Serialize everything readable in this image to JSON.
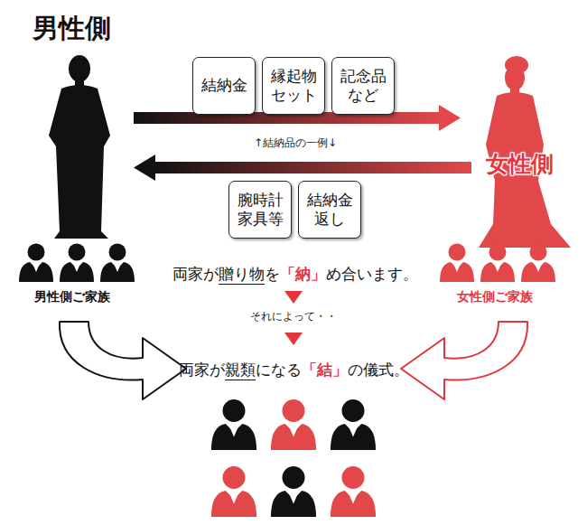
{
  "diagram": {
    "nodes": [
      {
        "text": [
          "結納金"
        ]
      },
      {
        "text": [
          "縁起物 セット"
        ]
      },
      {
        "text": [
          "記念品 など"
        ]
      },
      {
        "text": [
          "腕時計 家具等"
        ]
      },
      {
        "text": [
          "結納金 返し"
        ]
      }
    ],
    "labels": [
      "男性側",
      "女性側",
      "↑結納品の一例↓",
      "男性側ご家族",
      "女性側ご家族",
      "両家が",
      "贈り物",
      "を",
      "「納」",
      "め合います。",
      "それによって・・",
      "両家が",
      "親類",
      "になる",
      "「結」",
      "の儀式。"
    ]
  }
}
